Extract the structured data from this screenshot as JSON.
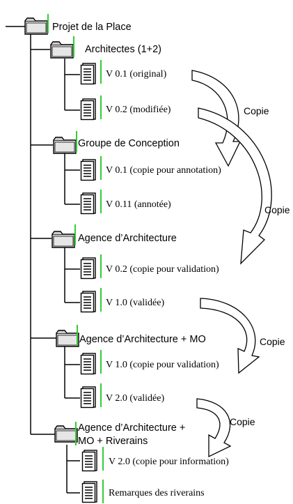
{
  "tree": {
    "root": {
      "label": "Projet de la Place",
      "icon": "folder-icon"
    },
    "groups": [
      {
        "label": "Architectes (1+2)",
        "icon": "folder-icon",
        "docs": [
          {
            "label": "V 0.1 (original)",
            "icon": "document-icon"
          },
          {
            "label": "V 0.2 (modifiée)",
            "icon": "document-icon"
          }
        ]
      },
      {
        "label": "Groupe de Conception",
        "icon": "folder-icon",
        "docs": [
          {
            "label": "V 0.1 (copie pour annotation)",
            "icon": "document-icon"
          },
          {
            "label": "V 0.11 (annotée)",
            "icon": "document-icon"
          }
        ]
      },
      {
        "label": "Agence d’Architecture",
        "icon": "folder-icon",
        "docs": [
          {
            "label": "V 0.2 (copie pour validation)",
            "icon": "document-icon"
          },
          {
            "label": "V 1.0 (validée)",
            "icon": "document-icon"
          }
        ]
      },
      {
        "label": "Agence d’Architecture + MO",
        "icon": "folder-icon",
        "docs": [
          {
            "label": "V 1.0 (copie pour validation)",
            "icon": "document-icon"
          },
          {
            "label": "V 2.0 (validée)",
            "icon": "document-icon"
          }
        ]
      },
      {
        "label_line1": "Agence d’Architecture +",
        "label_line2": "MO + Riverains",
        "icon": "folder-icon",
        "docs": [
          {
            "label": "V 2.0 (copie pour information)",
            "icon": "document-icon"
          },
          {
            "label": "Remarques des riverains",
            "icon": "document-icon"
          }
        ]
      }
    ]
  },
  "arrows": {
    "label": "Copie",
    "count": 4
  },
  "colors": {
    "accent_bar": "#33cc33",
    "line": "#000000",
    "folder_fill": "#d9d9d9"
  }
}
